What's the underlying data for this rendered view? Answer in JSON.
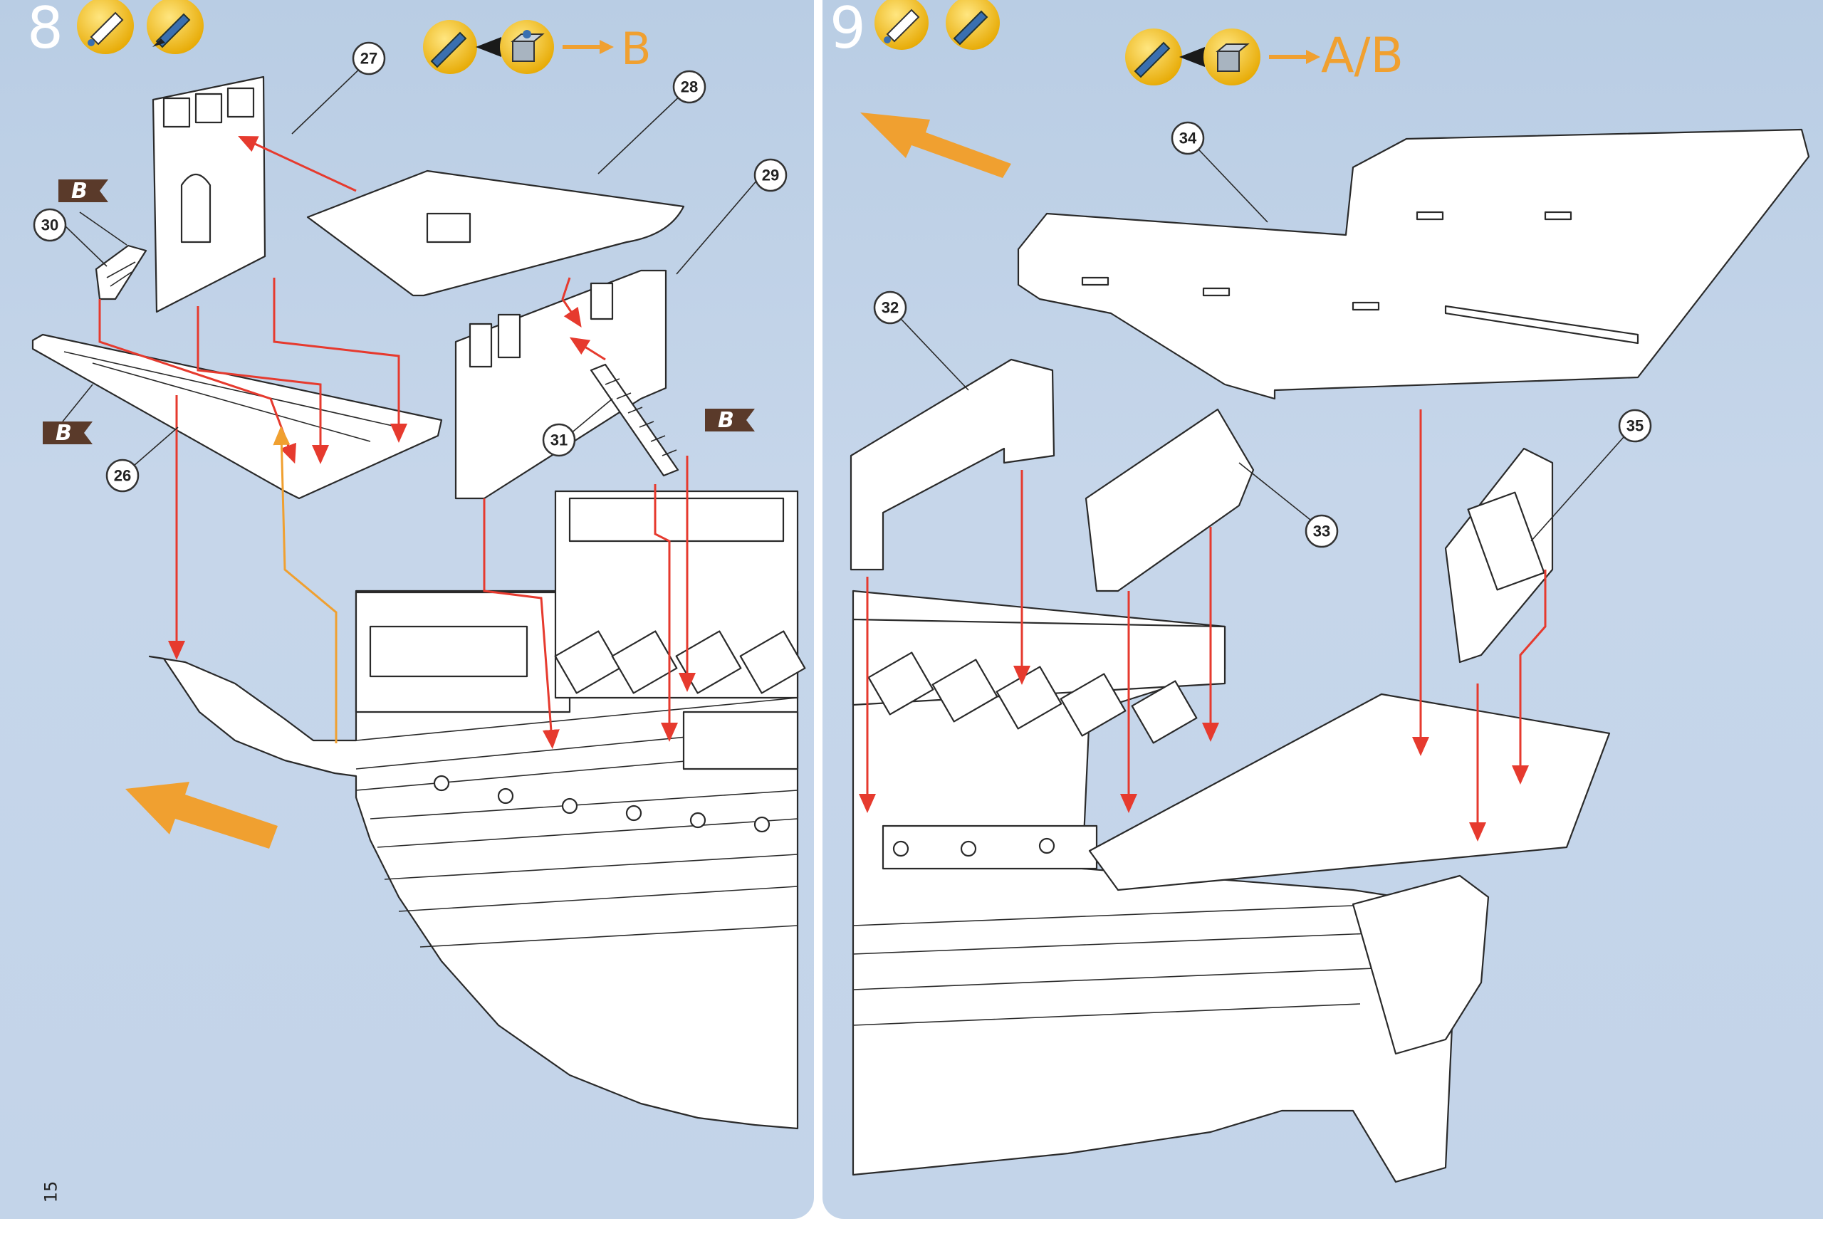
{
  "steps": [
    {
      "number": "8",
      "destination": "B"
    },
    {
      "number": "9",
      "destination": "A/B"
    }
  ],
  "page_number": "15",
  "callouts_left": [
    "27",
    "28",
    "29",
    "30",
    "31",
    "26"
  ],
  "callouts_right": [
    "34",
    "32",
    "33",
    "35"
  ],
  "flags": [
    "B",
    "B",
    "B"
  ],
  "icons": [
    "glue-tube-icon",
    "brush-icon",
    "paint-brush-icon",
    "paint-pot-icon"
  ],
  "colors": {
    "arrow_red": "#e63a2e",
    "arrow_orange": "#f0a030",
    "flag_brown": "#5a3a2a",
    "background": "#c0d3e8"
  }
}
